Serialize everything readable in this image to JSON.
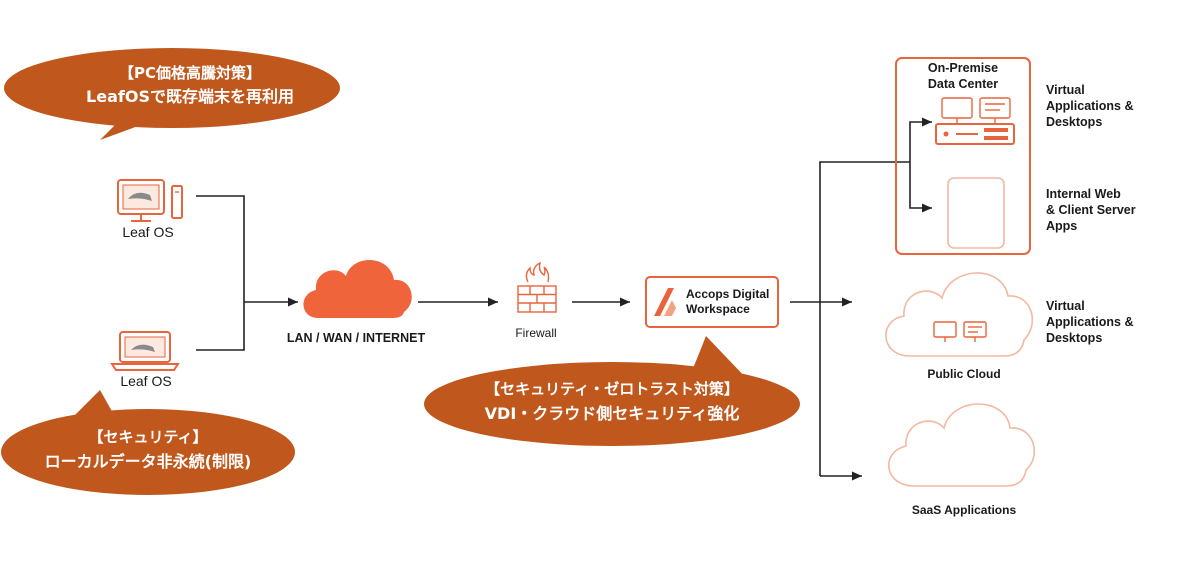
{
  "bubbles": {
    "pc_cost": {
      "line1": "【PC価格高騰対策】",
      "line2": "LeafOSで既存端末を再利用"
    },
    "local_security": {
      "line1": "【セキュリティ】",
      "line2": "ローカルデータ非永続(制限)"
    },
    "zero_trust": {
      "line1": "【セキュリティ・ゼロトラスト対策】",
      "line2": "VDI・クラウド側セキュリティ強化"
    }
  },
  "nodes": {
    "leaf_os_desktop": "Leaf OS",
    "leaf_os_laptop": "Leaf OS",
    "network": "LAN / WAN / INTERNET",
    "firewall": "Firewall",
    "accops_line1": "Accops Digital",
    "accops_line2": "Workspace",
    "datacenter_line1": "On-Premise",
    "datacenter_line2": "Data Center",
    "public_cloud": "Public Cloud",
    "saas": "SaaS Applications"
  },
  "side_labels": {
    "vad_dc": [
      "Virtual",
      "Applications &",
      "Desktops"
    ],
    "web_apps": [
      "Internal Web",
      "& Client Server",
      "Apps"
    ],
    "vad_cloud": [
      "Virtual",
      "Applications &",
      "Desktops"
    ]
  },
  "colors": {
    "bubble": "#c0571d",
    "accent": "#e8643c",
    "cloud": "#f0643c",
    "line": "#222222"
  }
}
